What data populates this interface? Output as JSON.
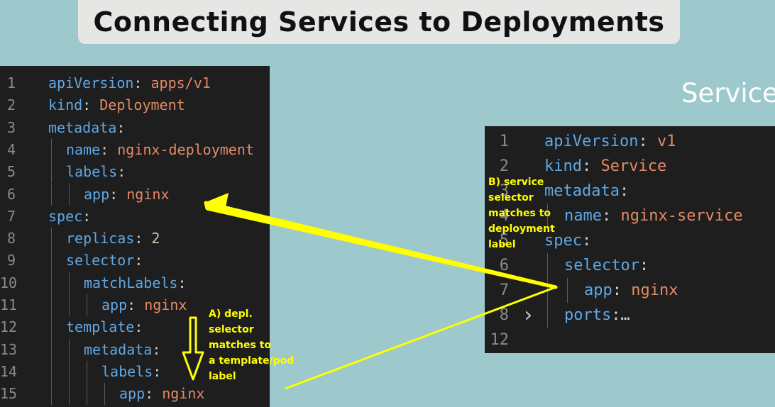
{
  "slide": {
    "title": "Connecting Services to Deployments",
    "service_heading": "Service"
  },
  "left_editor": {
    "lines": [
      {
        "n": "1",
        "key": "apiVersion",
        "sep": ":",
        "val": " apps/v1"
      },
      {
        "n": "2",
        "key": "kind",
        "sep": ":",
        "val": " Deployment"
      },
      {
        "n": "3",
        "key": "metadata",
        "sep": ":",
        "val": ""
      },
      {
        "n": "4",
        "key": "name",
        "sep": ":",
        "val": " nginx-deployment"
      },
      {
        "n": "5",
        "key": "labels",
        "sep": ":",
        "val": ""
      },
      {
        "n": "6",
        "key": "app",
        "sep": ":",
        "val": " nginx"
      },
      {
        "n": "7",
        "key": "spec",
        "sep": ":",
        "val": ""
      },
      {
        "n": "8",
        "key": "replicas",
        "sep": ":",
        "num": " 2"
      },
      {
        "n": "9",
        "key": "selector",
        "sep": ":",
        "val": ""
      },
      {
        "n": "10",
        "key": "matchLabels",
        "sep": ":",
        "val": ""
      },
      {
        "n": "11",
        "key": "app",
        "sep": ":",
        "val": " nginx"
      },
      {
        "n": "12",
        "key": "template",
        "sep": ":",
        "val": ""
      },
      {
        "n": "13",
        "key": "metadata",
        "sep": ":",
        "val": ""
      },
      {
        "n": "14",
        "key": "labels",
        "sep": ":",
        "val": ""
      },
      {
        "n": "15",
        "key": "app",
        "sep": ":",
        "val": " nginx"
      }
    ]
  },
  "right_editor": {
    "lines": [
      {
        "n": "1",
        "key": "apiVersion",
        "sep": ":",
        "val": " v1"
      },
      {
        "n": "2",
        "key": "kind",
        "sep": ":",
        "val": " Service"
      },
      {
        "n": "3",
        "key": "metadata",
        "sep": ":",
        "val": ""
      },
      {
        "n": "4",
        "key": "name",
        "sep": ":",
        "val": " nginx-service"
      },
      {
        "n": "5",
        "key": "spec",
        "sep": ":",
        "val": ""
      },
      {
        "n": "6",
        "key": "selector",
        "sep": ":",
        "val": ""
      },
      {
        "n": "7",
        "key": "app",
        "sep": ":",
        "val": " nginx"
      },
      {
        "n": "8",
        "key": "ports",
        "sep": ":",
        "val": "",
        "folded": "…"
      },
      {
        "n": "12",
        "key": "",
        "sep": "",
        "val": ""
      }
    ]
  },
  "annotations": {
    "a": "A) depl.\nselector\nmatches to\na template/pod\nlabel",
    "b": "B) service\nselector\nmatches to\ndeployment\nlabel"
  },
  "colors": {
    "background": "#9dc8cc",
    "editor_bg": "#1e1e1e",
    "key": "#5fa8e6",
    "value": "#e48a65",
    "number": "#b5cea8",
    "annotation": "#ffff00"
  }
}
